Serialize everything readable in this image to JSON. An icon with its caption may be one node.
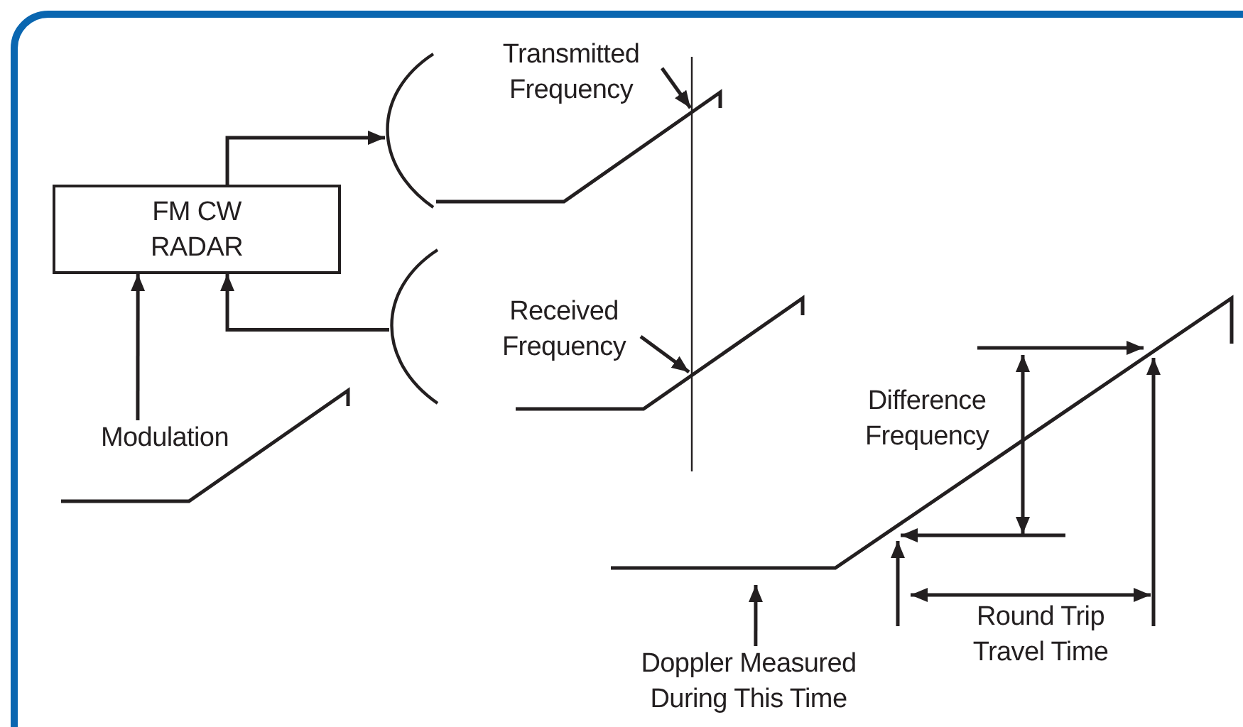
{
  "diagram": {
    "nodes": [
      {
        "text": [
          "FM CW RADAR"
        ]
      },
      {
        "text": [],
        "shape": "arc"
      },
      {
        "text": [],
        "shape": "arc"
      },
      {
        "text": [
          "Modulation"
        ]
      },
      {
        "text": [
          "Transmitted Frequency"
        ]
      },
      {
        "text": [
          "Received Frequency"
        ]
      },
      {
        "text": [
          "Doppler Measured During This Time"
        ]
      }
    ],
    "edges": [
      {
        "from": 0,
        "to": 1,
        "arrow": "to"
      },
      {
        "from": 2,
        "to": 0,
        "arrow": "to"
      },
      {
        "from": 3,
        "to": 0,
        "arrow": "to"
      },
      {
        "from": 4,
        "to": null,
        "arrow": "to"
      },
      {
        "from": 5,
        "to": null,
        "arrow": "to"
      },
      {
        "from": 6,
        "to": null,
        "arrow": "to"
      }
    ],
    "labels": [
      "Difference Frequency",
      "Round Trip Travel Time"
    ]
  }
}
